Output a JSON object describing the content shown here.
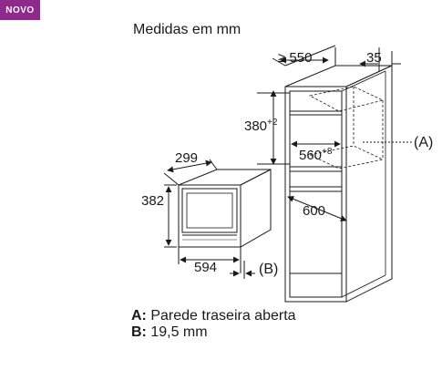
{
  "badge": "NOVO",
  "drawing": {
    "title": "Medidas em mm",
    "dimensions": {
      "min_depth": "≥ 550",
      "side_clearance": "35",
      "niche_height": "380",
      "niche_height_tol": "+2",
      "niche_width": "560",
      "niche_width_tol": "+8",
      "cabinet_width": "600",
      "appliance_depth": "299",
      "appliance_height": "382",
      "appliance_width": "594"
    },
    "callouts": {
      "a": "(A)",
      "b": "(B)"
    }
  },
  "legend": [
    {
      "key": "A:",
      "text": "Parede traseira aberta"
    },
    {
      "key": "B:",
      "text": "19,5 mm"
    }
  ]
}
